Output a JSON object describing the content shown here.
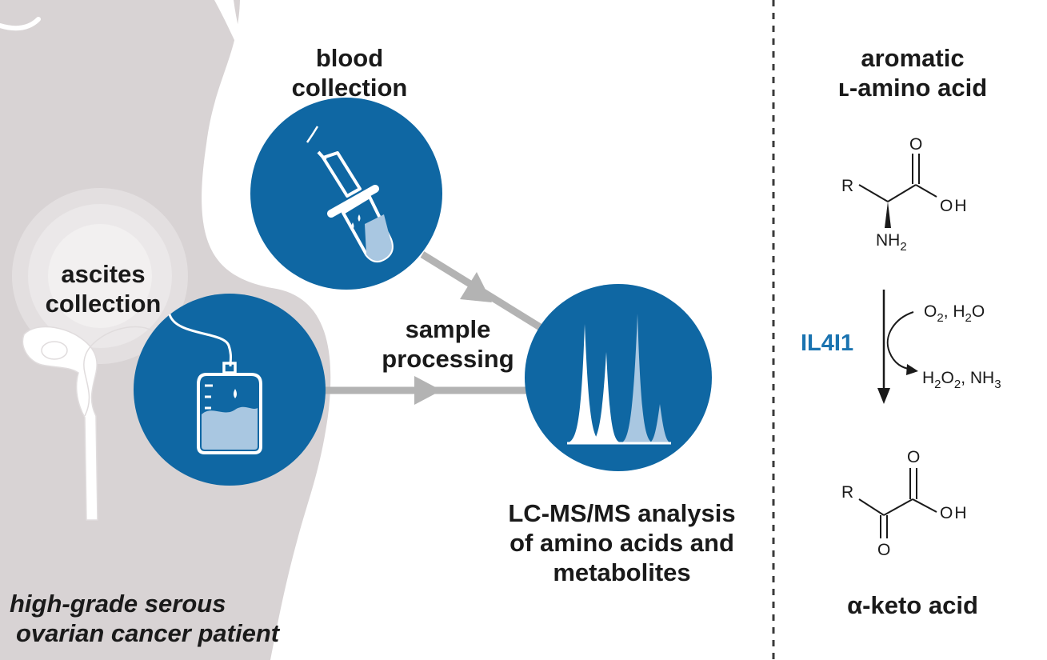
{
  "left_panel": {
    "blood_label": [
      "blood",
      "collection"
    ],
    "ascites_label": [
      "ascites",
      "collection"
    ],
    "processing_label": [
      "sample",
      "processing"
    ],
    "analysis_label": [
      "LC-MS/MS analysis",
      "of amino acids and",
      "metabolites"
    ],
    "patient_label": [
      "high-grade serous",
      "ovarian cancer patient"
    ]
  },
  "right_panel": {
    "substrate_label": [
      "aromatic",
      "ʟ-amino acid"
    ],
    "enzyme": "IL4I1",
    "product_label": "α-keto acid",
    "substrate_atoms": {
      "r": "R",
      "o": "O",
      "oh": "OH",
      "n": "NH",
      "n_sub": "2"
    },
    "product_atoms": {
      "r": "R",
      "o_top": "O",
      "oh": "OH",
      "o_bottom": "O"
    },
    "reactants": {
      "o2": "O",
      "o2_sub": "2",
      "sep": ", ",
      "h2o_h": "H",
      "h2o_sub": "2",
      "h2o_o": "O"
    },
    "byproducts": {
      "h2o2_h": "H",
      "h2o2_sub1": "2",
      "h2o2_o": "O",
      "h2o2_sub2": "2",
      "sep": ", ",
      "nh3": "NH",
      "nh3_sub": "3"
    }
  },
  "colors": {
    "circle_blue": "#0f67a3",
    "enzyme_blue": "#1a73b0",
    "silhouette": "#d8d3d4",
    "arrow_gray": "#b3b3b3",
    "liquid": "#a9c7e1"
  }
}
